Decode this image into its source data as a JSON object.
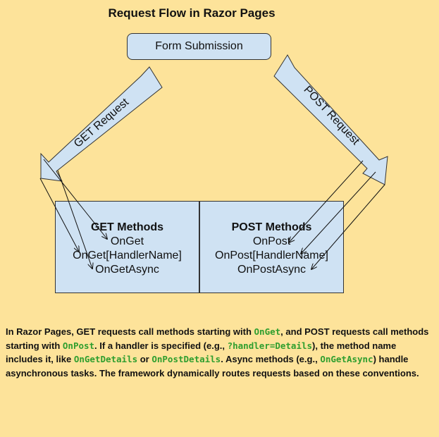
{
  "title": "Request Flow in Razor Pages",
  "form_submission": "Form Submission",
  "get_arrow_label": "GET Request",
  "post_arrow_label": "POST Request",
  "get_methods": {
    "heading": "GET Methods",
    "items": [
      "OnGet",
      "OnGet[HandlerName]",
      "OnGetAsync"
    ]
  },
  "post_methods": {
    "heading": "POST Methods",
    "items": [
      "OnPost",
      "OnPost[HandlerName]",
      "OnPostAsync"
    ]
  },
  "description": {
    "t1": "In Razor Pages, GET requests call methods starting with ",
    "c1": "OnGet",
    "t2": ", and POST requests call methods starting with ",
    "c2": "OnPost",
    "t3": ". If a handler is specified (e.g., ",
    "c3": "?handler=Details",
    "t4": "), the method name includes it, like ",
    "c4": "OnGetDetails",
    "t5": " or ",
    "c5": "OnPostDetails",
    "t6": ". Async methods (e.g., ",
    "c6": "OnGetAsync",
    "t7": ") handle asynchronous tasks. The framework dynamically routes requests based on these conventions."
  },
  "colors": {
    "background": "#fde39a",
    "box_fill": "#cfe2f3",
    "code_text": "#2e9e2e"
  }
}
